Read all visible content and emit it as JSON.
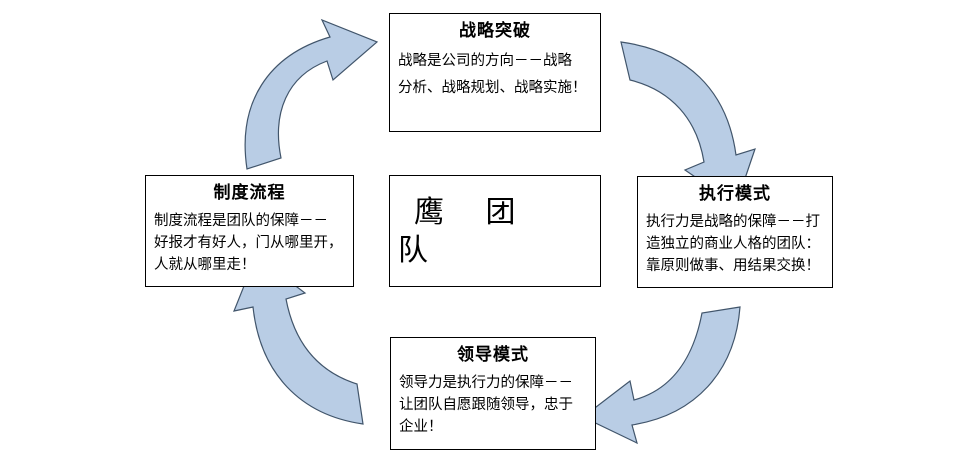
{
  "diagram": {
    "type": "cycle-diagram",
    "direction": "clockwise",
    "center": {
      "name": "center-node",
      "title": "鹰 团 队"
    },
    "nodes": [
      {
        "id": "strategy",
        "title": "战略突破",
        "lines": [
          "战略是公司的方向－－战略",
          "分析、战略规划、战略实施！"
        ]
      },
      {
        "id": "execution",
        "title": "执行模式",
        "lines": [
          "执行力是战略的保障－－打",
          "造独立的商业人格的团队：",
          "靠原则做事、用结果交换！"
        ]
      },
      {
        "id": "leadership",
        "title": "领导模式",
        "lines": [
          "领导力是执行力的保障－－",
          "让团队自愿跟随领导，忠于",
          "企业！"
        ]
      },
      {
        "id": "process",
        "title": "制度流程",
        "lines": [
          "制度流程是团队的保障－－",
          "好报才有好人，门从哪里开，",
          "人就从哪里走！"
        ]
      }
    ],
    "arrows": [
      {
        "id": "arrow-top-left",
        "from": "process",
        "to": "strategy",
        "label": "curved-arrow-up-right-icon"
      },
      {
        "id": "arrow-top-right",
        "from": "strategy",
        "to": "execution",
        "label": "curved-arrow-down-right-icon"
      },
      {
        "id": "arrow-bottom-right",
        "from": "execution",
        "to": "leadership",
        "label": "curved-arrow-down-left-icon"
      },
      {
        "id": "arrow-bottom-left",
        "from": "leadership",
        "to": "process",
        "label": "curved-arrow-up-left-icon"
      }
    ],
    "colors": {
      "arrow_fill": "#b9cde5",
      "arrow_stroke": "#41556b",
      "box_border": "#000000",
      "box_background": "#ffffff",
      "text": "#000000"
    }
  }
}
